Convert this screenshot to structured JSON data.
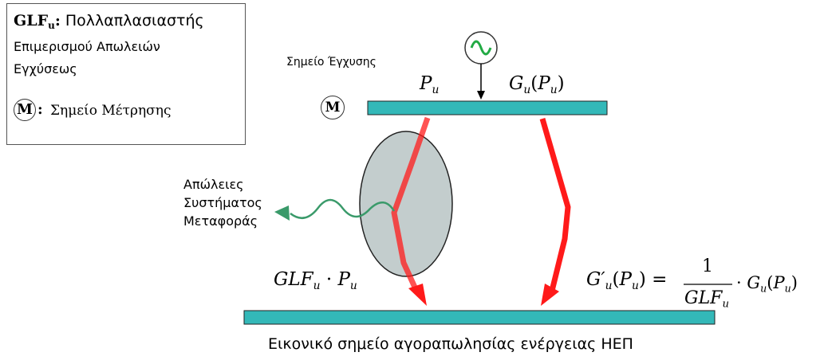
{
  "legend": {
    "glf_symbol": "GLF",
    "glf_subscript": "u",
    "glf_colon": ":",
    "glf_desc_line1": "Πολλαπλασιαστής",
    "glf_desc_line2": "Επιμερισμού Απωλειών",
    "glf_desc_line3": "Εγχύσεως",
    "m_symbol": "M",
    "m_colon": ":",
    "m_desc": "Σημείο Μέτρησης"
  },
  "injection_point_label": "Σημείο Έγχυσης",
  "meter_symbol": "M",
  "labels": {
    "p": "P",
    "u": "u",
    "g": "G",
    "open": "(",
    "close": ")",
    "glf": "GLF",
    "dot": "·",
    "gprime": "G′",
    "equals": "=",
    "one": "1"
  },
  "losses_label": [
    "Απώλειες",
    "Συστήματος",
    "Μεταφοράς"
  ],
  "bottom_label": "Εικονικό σημείο αγοραπωλησίας ενέργειας ΗΕΠ",
  "colors": {
    "bus": "#33b8b8",
    "power_arrow": "#ff1a1a",
    "loss_wave": "#3a9a6a",
    "generator": "#22aa44",
    "ellipse_fill": "#b8c4c4"
  }
}
